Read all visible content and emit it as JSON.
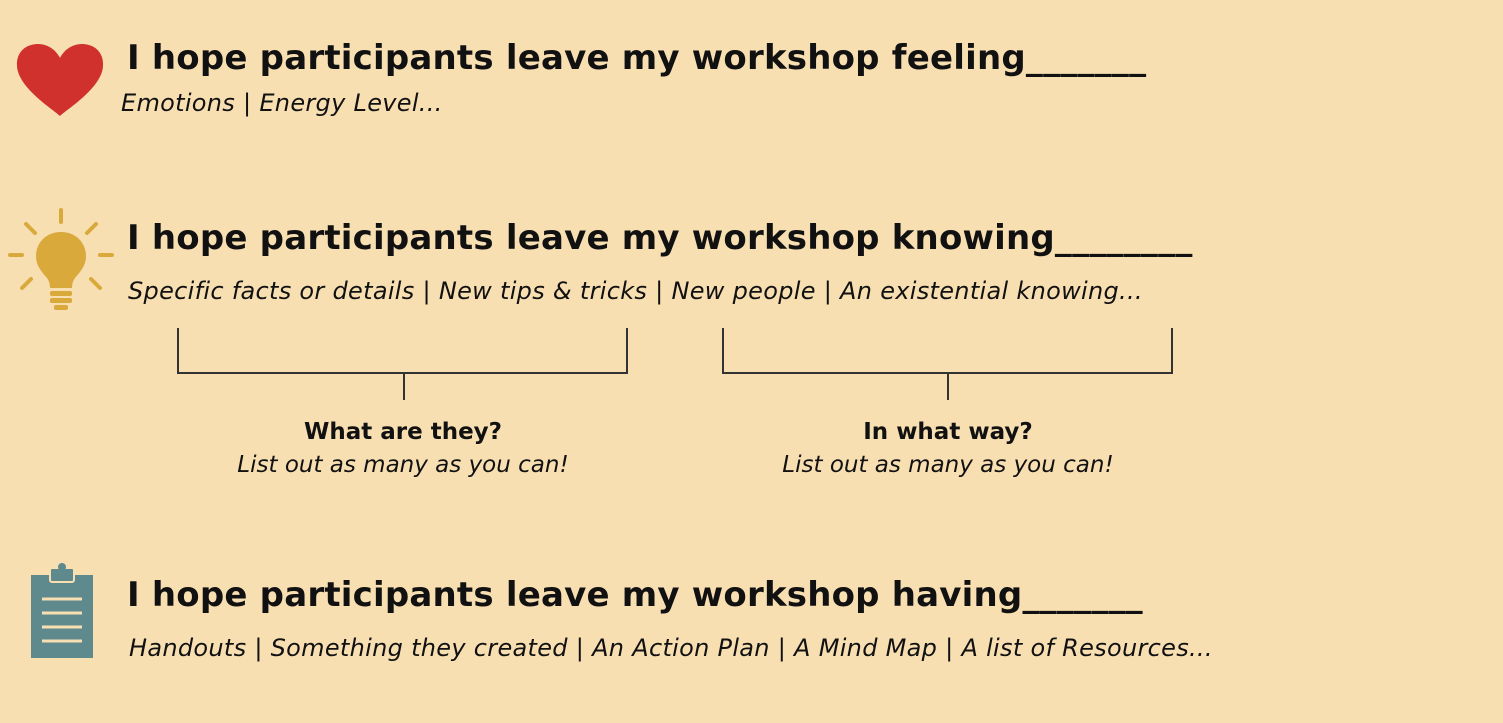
{
  "sections": {
    "feeling": {
      "icon": "heart-icon",
      "heading": "I hope participants leave my workshop feeling_______",
      "examples": "Emotions | Energy Level..."
    },
    "knowing": {
      "icon": "lightbulb-icon",
      "heading": "I hope participants leave my workshop knowing________",
      "examples": "Specific facts or details | New tips & tricks  | New people | An existential knowing...",
      "prompts": [
        {
          "question": "What are they?",
          "hint": "List out as many as you can!"
        },
        {
          "question": "In what way?",
          "hint": "List out as many as you can!"
        }
      ]
    },
    "having": {
      "icon": "clipboard-icon",
      "heading": "I hope participants leave my workshop having_______",
      "examples": "Handouts | Something they created | An Action Plan | A Mind Map | A list of Resources..."
    }
  },
  "colors": {
    "background": "#f8dfb2",
    "heart": "#d0312d",
    "lightbulb": "#d9a93b",
    "clipboard": "#5e8a8e"
  }
}
